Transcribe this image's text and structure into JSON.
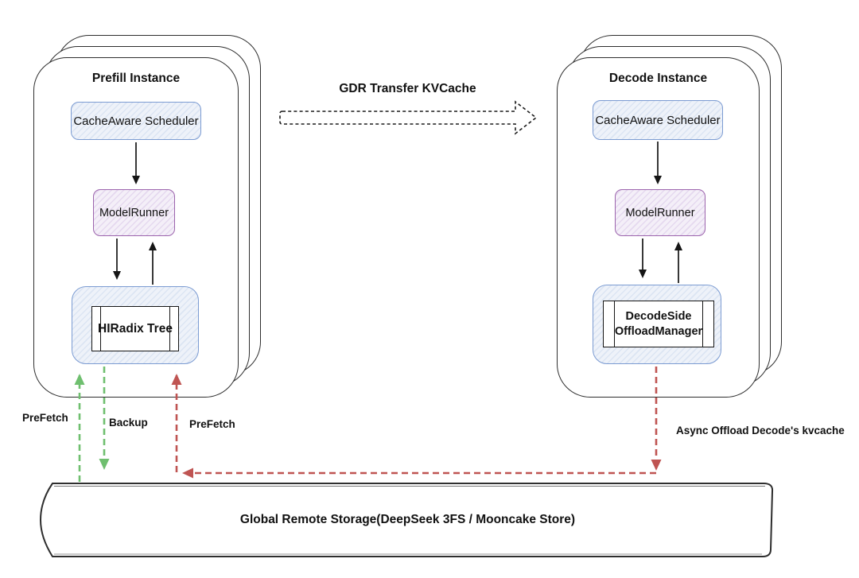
{
  "colors": {
    "blue_border": "#7b9bd2",
    "purple_border": "#9c64ad",
    "green_arrow": "#6fbf6f",
    "red_arrow": "#bf5452",
    "ink": "#2e2e2e"
  },
  "prefill": {
    "title": "Prefill Instance",
    "scheduler_label": "CacheAware Scheduler",
    "runner_label": "ModelRunner",
    "cache_label": "HIRadix Tree"
  },
  "decode": {
    "title": "Decode Instance",
    "scheduler_label": "CacheAware Scheduler",
    "runner_label": "ModelRunner",
    "cache_line1": "DecodeSide",
    "cache_line2": "OffloadManager"
  },
  "transfer": {
    "label": "GDR Transfer KVCache"
  },
  "flows": {
    "prefetch_left": "PreFetch",
    "backup": "Backup",
    "prefetch_right": "PreFetch",
    "async_offload": "Async Offload Decode's kvcache"
  },
  "storage": {
    "label": "Global Remote Storage(DeepSeek 3FS / Mooncake Store)"
  }
}
